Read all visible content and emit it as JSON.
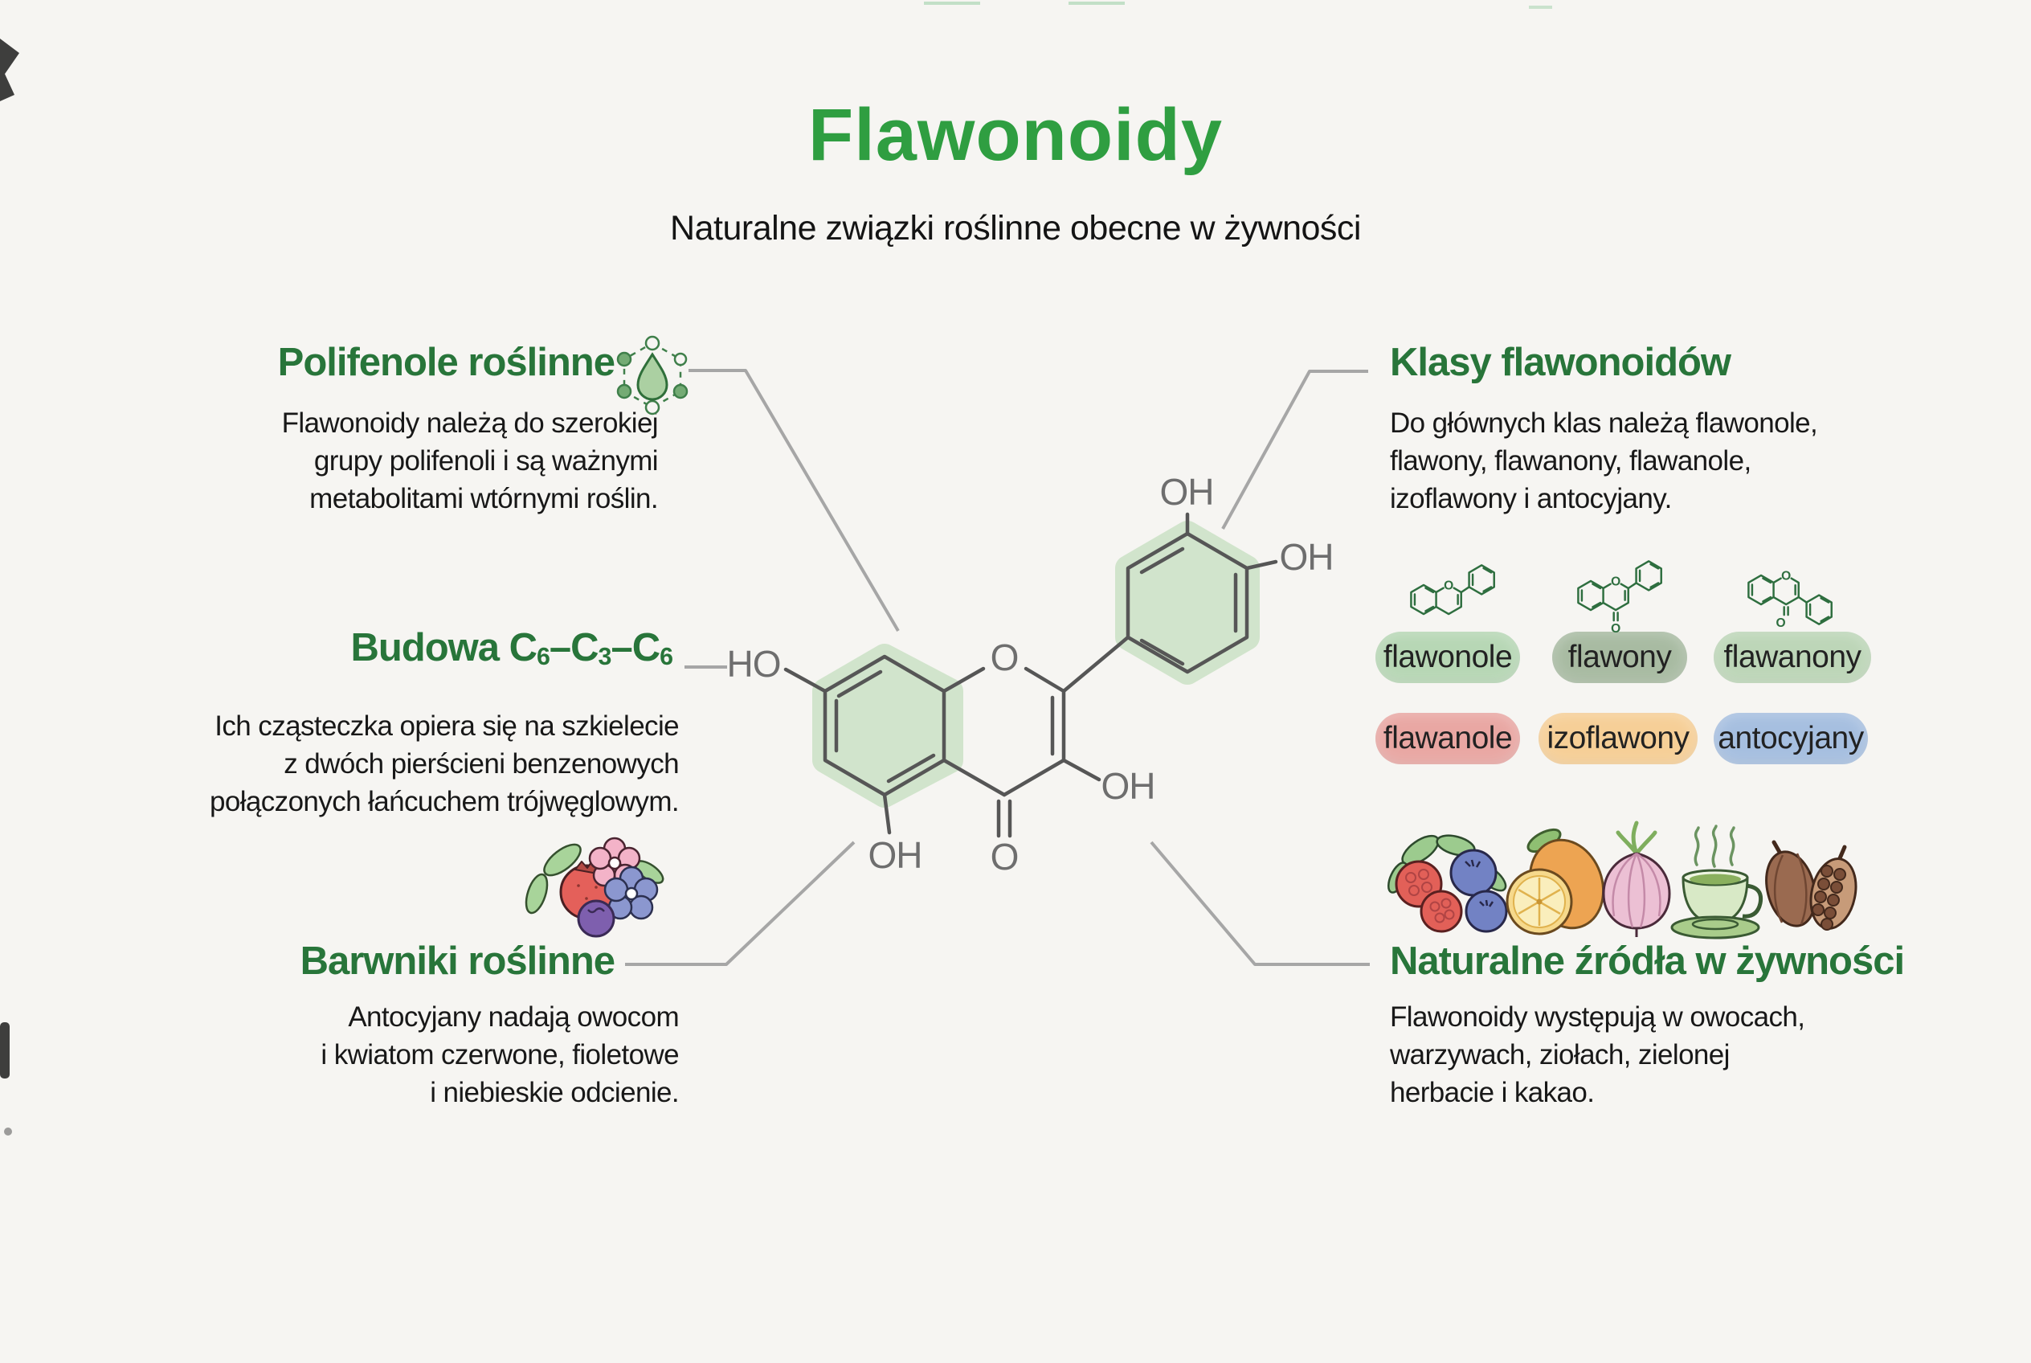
{
  "title": "Flawonoidy",
  "subtitle": "Naturalne związki roślinne obecne w żywności",
  "colors": {
    "title_green": "#2f9e41",
    "heading_green": "#28753a",
    "body_text": "#181818",
    "connector_gray": "#a6a6a6",
    "bond_gray": "#565656",
    "molecule_label_gray": "#6e6e6e",
    "ring_highlight_green": "#cee3c8",
    "mini_structure_green": "#2e6e3f"
  },
  "sections": {
    "polyphenols": {
      "heading": "Polifenole roślinne",
      "icon": "polyphenol-droplet-icon",
      "body": [
        "Flawonoidy należą do szerokiej",
        "grupy polifenoli i są ważnymi",
        "metabolitami wtórnymi roślin."
      ]
    },
    "structure": {
      "heading_parts": {
        "p0": "Budowa C",
        "s0": "6",
        "p1": "–C",
        "s1": "3",
        "p2": "–C",
        "s2": "6"
      },
      "heading_plain": "Budowa C6–C3–C6",
      "body": [
        "Ich cząsteczka opiera się na szkielecie",
        "z dwóch pierścieni benzenowych",
        "połączonych łańcuchem trójwęglowym."
      ]
    },
    "pigments": {
      "heading": "Barwniki roślinne",
      "icon": "berries-flowers-icon",
      "body": [
        "Antocyjany nadają owocom",
        "i kwiatom czerwone, fioletowe",
        "i niebieskie odcienie."
      ]
    },
    "classes": {
      "heading": "Klasy flawonoidów",
      "body": [
        "Do głównych klas należą flawonole,",
        "flawony, flawanony, flawanole,",
        "izoflawony i antocyjany."
      ],
      "pills": [
        {
          "label": "flawonole",
          "color": "#b7d7b5"
        },
        {
          "label": "flawony",
          "color": "#a8bba2"
        },
        {
          "label": "flawanony",
          "color": "#bdd6b8"
        },
        {
          "label": "flawanole",
          "color": "#e9a7a3"
        },
        {
          "label": "izoflawony",
          "color": "#f6cf97"
        },
        {
          "label": "antocyjany",
          "color": "#a6bfe0"
        }
      ],
      "structures": [
        {
          "name": "flavonol-backbone",
          "o_label": "O"
        },
        {
          "name": "flavone-backbone",
          "o_label": "O",
          "ketone_label": "O"
        },
        {
          "name": "isoflavone-backbone",
          "o_label": "O",
          "ketone_label": "O"
        }
      ]
    },
    "sources": {
      "heading": "Naturalne źródła w żywności",
      "icons": [
        "berries-icon",
        "lemon-icon",
        "onion-icon",
        "green-tea-icon",
        "cacao-icon"
      ],
      "body": [
        "Flawonoidy występują w owocach,",
        "warzywach, ziołach, zielonej",
        "herbacie i kakao."
      ]
    }
  },
  "molecule": {
    "labels": {
      "ho_left": "HO",
      "ring_o": "O",
      "oh_5": "OH",
      "ketone_o": "O",
      "oh_3": "OH",
      "oh_b_top": "OH",
      "oh_b_right": "OH"
    }
  }
}
